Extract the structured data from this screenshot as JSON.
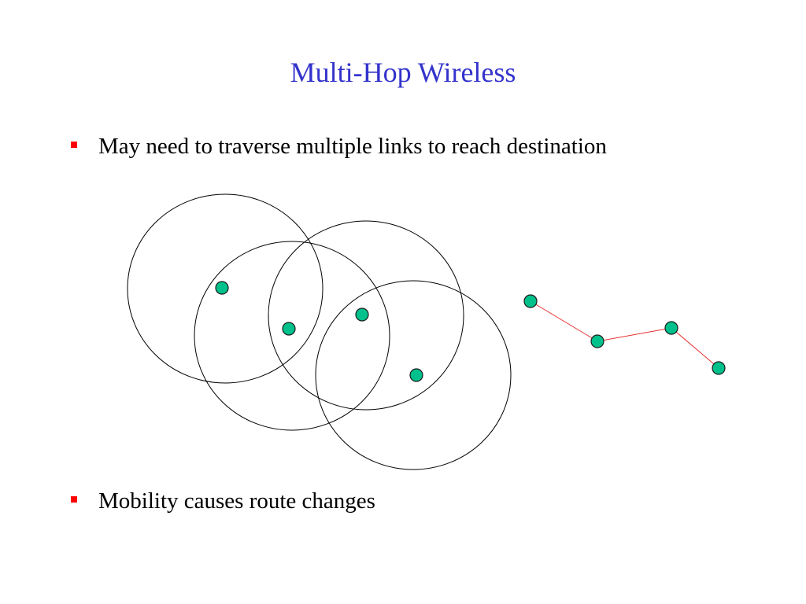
{
  "slide": {
    "title": "Multi-Hop Wireless",
    "bullets": [
      {
        "text": "May need to traverse multiple links to reach destination"
      },
      {
        "text": "Mobility causes route changes"
      }
    ]
  },
  "colors": {
    "title": "#3333cc",
    "bullet_marker": "#ff0000",
    "text": "#000000",
    "node_fill": "#00c08b",
    "node_stroke": "#1a1a1a",
    "range_circle": "#000000",
    "link": "#e53030"
  },
  "diagram": {
    "range_circle_count": 4,
    "node_count_in_ranges": 4,
    "route_node_count": 4,
    "route_link_count": 3
  }
}
